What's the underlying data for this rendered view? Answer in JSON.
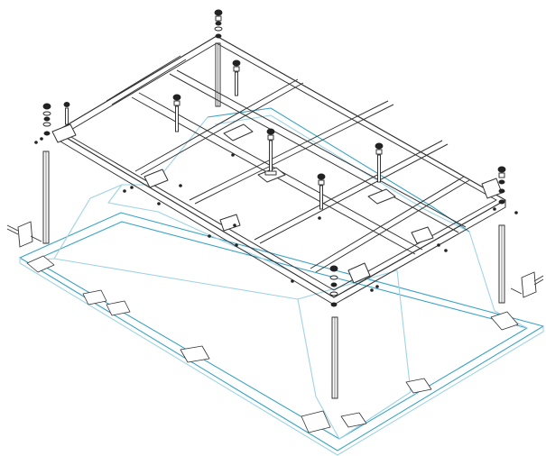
{
  "figure": {
    "subject": "bathtub-support-frame-assembly",
    "view": "exploded-isometric",
    "text_labels": []
  },
  "colors": {
    "background": "#ffffff",
    "line": "#333333",
    "tub": "#3aa3c7",
    "tub_light": "#9fd3e6",
    "part_fill": "#ffffff",
    "dark_part": "#222222"
  },
  "parts": {
    "frame_crossbars": 4,
    "frame_longitudinal_bars": 1,
    "vertical_support_legs": 4,
    "adjustable_feet": 9,
    "wall_brackets": 2,
    "corner_pads": 2
  }
}
